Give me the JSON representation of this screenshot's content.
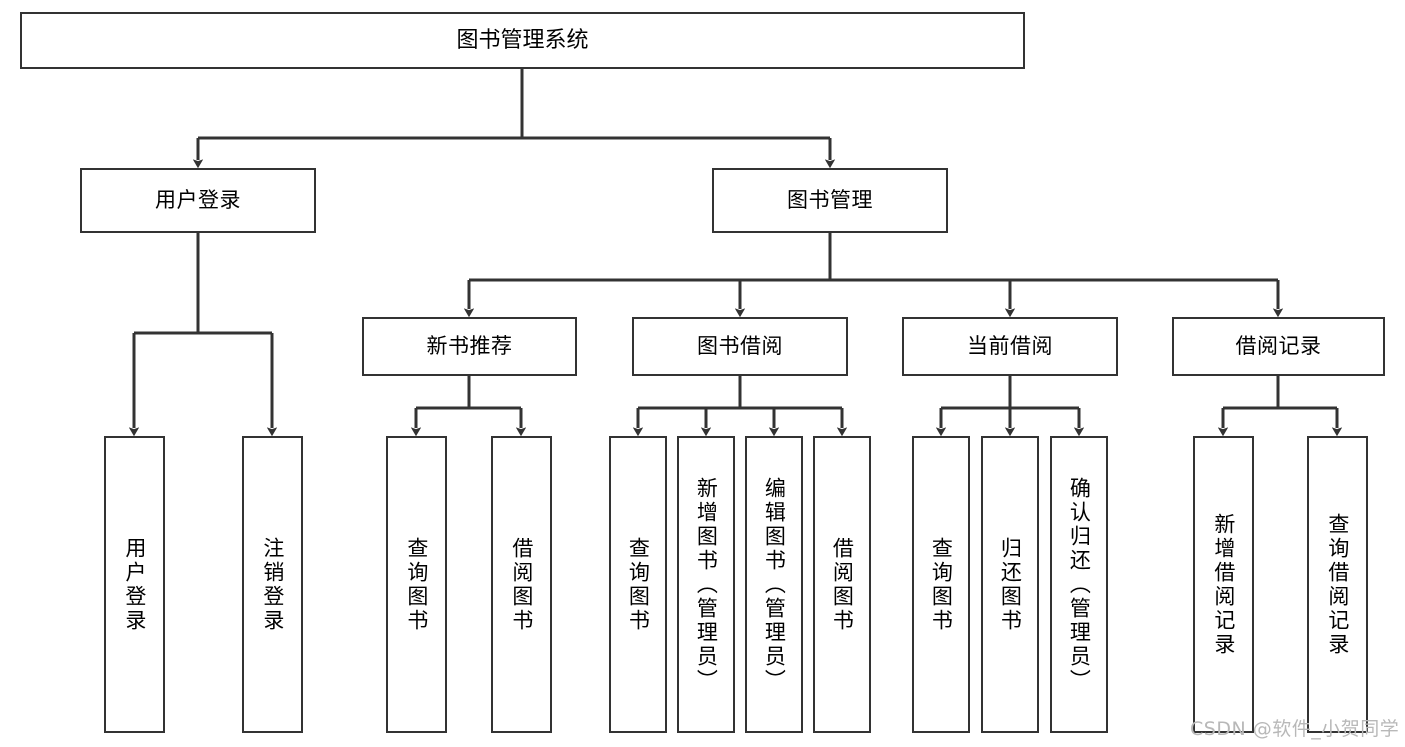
{
  "diagram": {
    "type": "tree-hierarchy",
    "title": "图书管理系统",
    "root": {
      "id": "root",
      "label": "图书管理系统",
      "orientation": "horizontal"
    },
    "level2": [
      {
        "id": "user-login",
        "label": "用户登录",
        "orientation": "horizontal"
      },
      {
        "id": "book-management",
        "label": "图书管理",
        "orientation": "horizontal"
      }
    ],
    "level3": [
      {
        "id": "new-book-recommend",
        "label": "新书推荐",
        "orientation": "horizontal",
        "parent": "book-management"
      },
      {
        "id": "book-borrow",
        "label": "图书借阅",
        "orientation": "horizontal",
        "parent": "book-management"
      },
      {
        "id": "current-borrow",
        "label": "当前借阅",
        "orientation": "horizontal",
        "parent": "book-management"
      },
      {
        "id": "borrow-record",
        "label": "借阅记录",
        "orientation": "horizontal",
        "parent": "book-management"
      }
    ],
    "leaves": [
      {
        "id": "leaf-user-login",
        "label": "用户登录",
        "parent": "user-login"
      },
      {
        "id": "leaf-logout-login",
        "label": "注销登录",
        "parent": "user-login"
      },
      {
        "id": "leaf-query-book-1",
        "label": "查询图书",
        "parent": "new-book-recommend"
      },
      {
        "id": "leaf-borrow-book-1",
        "label": "借阅图书",
        "parent": "new-book-recommend"
      },
      {
        "id": "leaf-query-book-2",
        "label": "查询图书",
        "parent": "book-borrow"
      },
      {
        "id": "leaf-add-book",
        "label": "新增图书（管理员）",
        "parent": "book-borrow"
      },
      {
        "id": "leaf-edit-book",
        "label": "编辑图书（管理员）",
        "parent": "book-borrow"
      },
      {
        "id": "leaf-borrow-book-2",
        "label": "借阅图书",
        "parent": "book-borrow"
      },
      {
        "id": "leaf-query-book-3",
        "label": "查询图书",
        "parent": "current-borrow"
      },
      {
        "id": "leaf-return-book",
        "label": "归还图书",
        "parent": "current-borrow"
      },
      {
        "id": "leaf-confirm-return",
        "label": "确认归还（管理员）",
        "parent": "current-borrow"
      },
      {
        "id": "leaf-add-record",
        "label": "新增借阅记录",
        "parent": "borrow-record"
      },
      {
        "id": "leaf-query-record",
        "label": "查询借阅记录",
        "parent": "borrow-record"
      }
    ],
    "watermark": "CSDN @软件_小贺同学",
    "colors": {
      "border": "#333333",
      "background": "#ffffff",
      "text": "#000000",
      "watermark": "#b8b8b8"
    }
  }
}
